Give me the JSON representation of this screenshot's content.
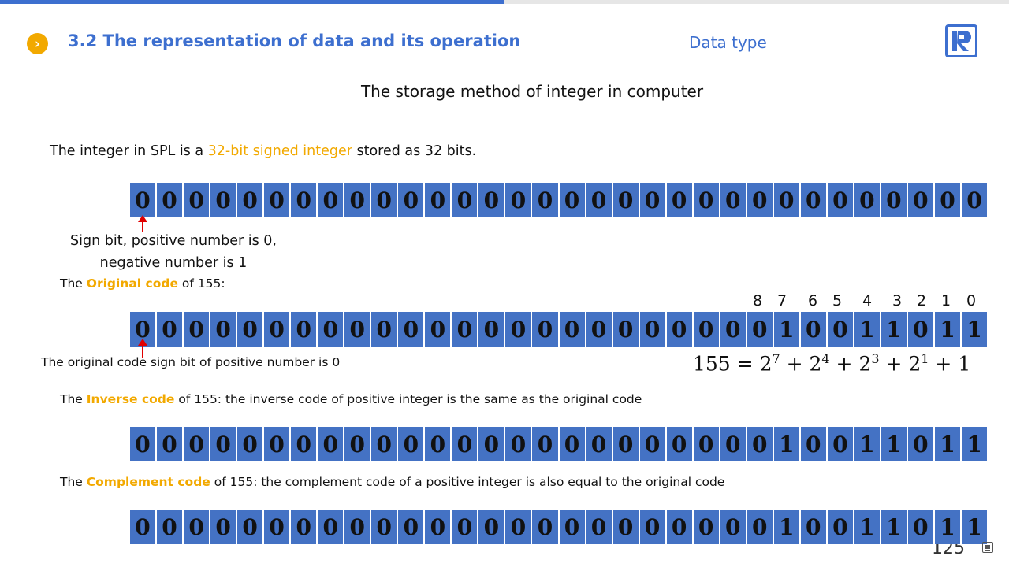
{
  "header": {
    "section_title": "3.2 The representation of data and its operation",
    "topic": "Data type",
    "nav_symbol": "›",
    "logo_letter": "R"
  },
  "slide_title": "The storage method of integer in computer",
  "intro": {
    "before": "The integer in SPL is a ",
    "highlight": "32-bit signed integer",
    "after": " stored as 32 bits."
  },
  "sign_note": {
    "line1": "Sign bit, positive number is 0,",
    "line2": "negative number is 1"
  },
  "original": {
    "prefix": "The ",
    "highlight": "Original code",
    "suffix": " of 155:",
    "sign_note": "The original code sign bit of positive number is 0"
  },
  "inverse": {
    "prefix": "The ",
    "highlight": "Inverse code",
    "suffix": " of 155: the inverse code of positive integer is the same as the original code"
  },
  "complement": {
    "prefix": "The ",
    "highlight": "Complement code",
    "suffix": " of 155: the complement code of a positive integer is also equal to the original code"
  },
  "bit_indices": [
    "8",
    "7",
    "6",
    "5",
    "4",
    "3",
    "2",
    "1",
    "0"
  ],
  "formula": {
    "lhs": "155 = ",
    "terms": [
      {
        "base": "2",
        "exp": "7"
      },
      {
        "base": "2",
        "exp": "4"
      },
      {
        "base": "2",
        "exp": "3"
      },
      {
        "base": "2",
        "exp": "1"
      }
    ],
    "plus": " + ",
    "tail": "1"
  },
  "rows": {
    "zero": "00000000000000000000000000000000",
    "original": "00000000000000000000000010011011",
    "inverse": "00000000000000000000000010011011",
    "complement": "00000000000000000000000010011011"
  },
  "page_number": "125",
  "colors": {
    "accent_blue": "#3d6fcf",
    "bit_cell": "#4472c4",
    "highlight": "#f2a900",
    "arrow": "#e00000"
  }
}
